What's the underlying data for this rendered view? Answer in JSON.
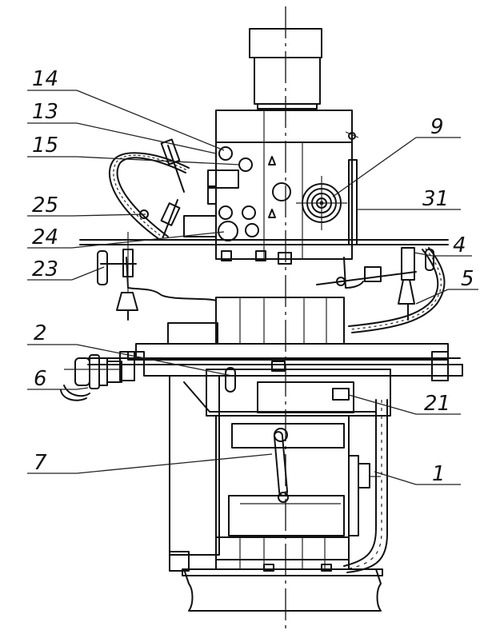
{
  "labels": {
    "l14": "14",
    "l13": "13",
    "l15": "15",
    "l25": "25",
    "l24": "24",
    "l23": "23",
    "l2": "2",
    "l6": "6",
    "l7": "7",
    "l9": "9",
    "l31": "31",
    "l4": "4",
    "l5": "5",
    "l21": "21",
    "l1": "1"
  },
  "colors": {
    "ink": "#111111",
    "paper": "#ffffff"
  }
}
